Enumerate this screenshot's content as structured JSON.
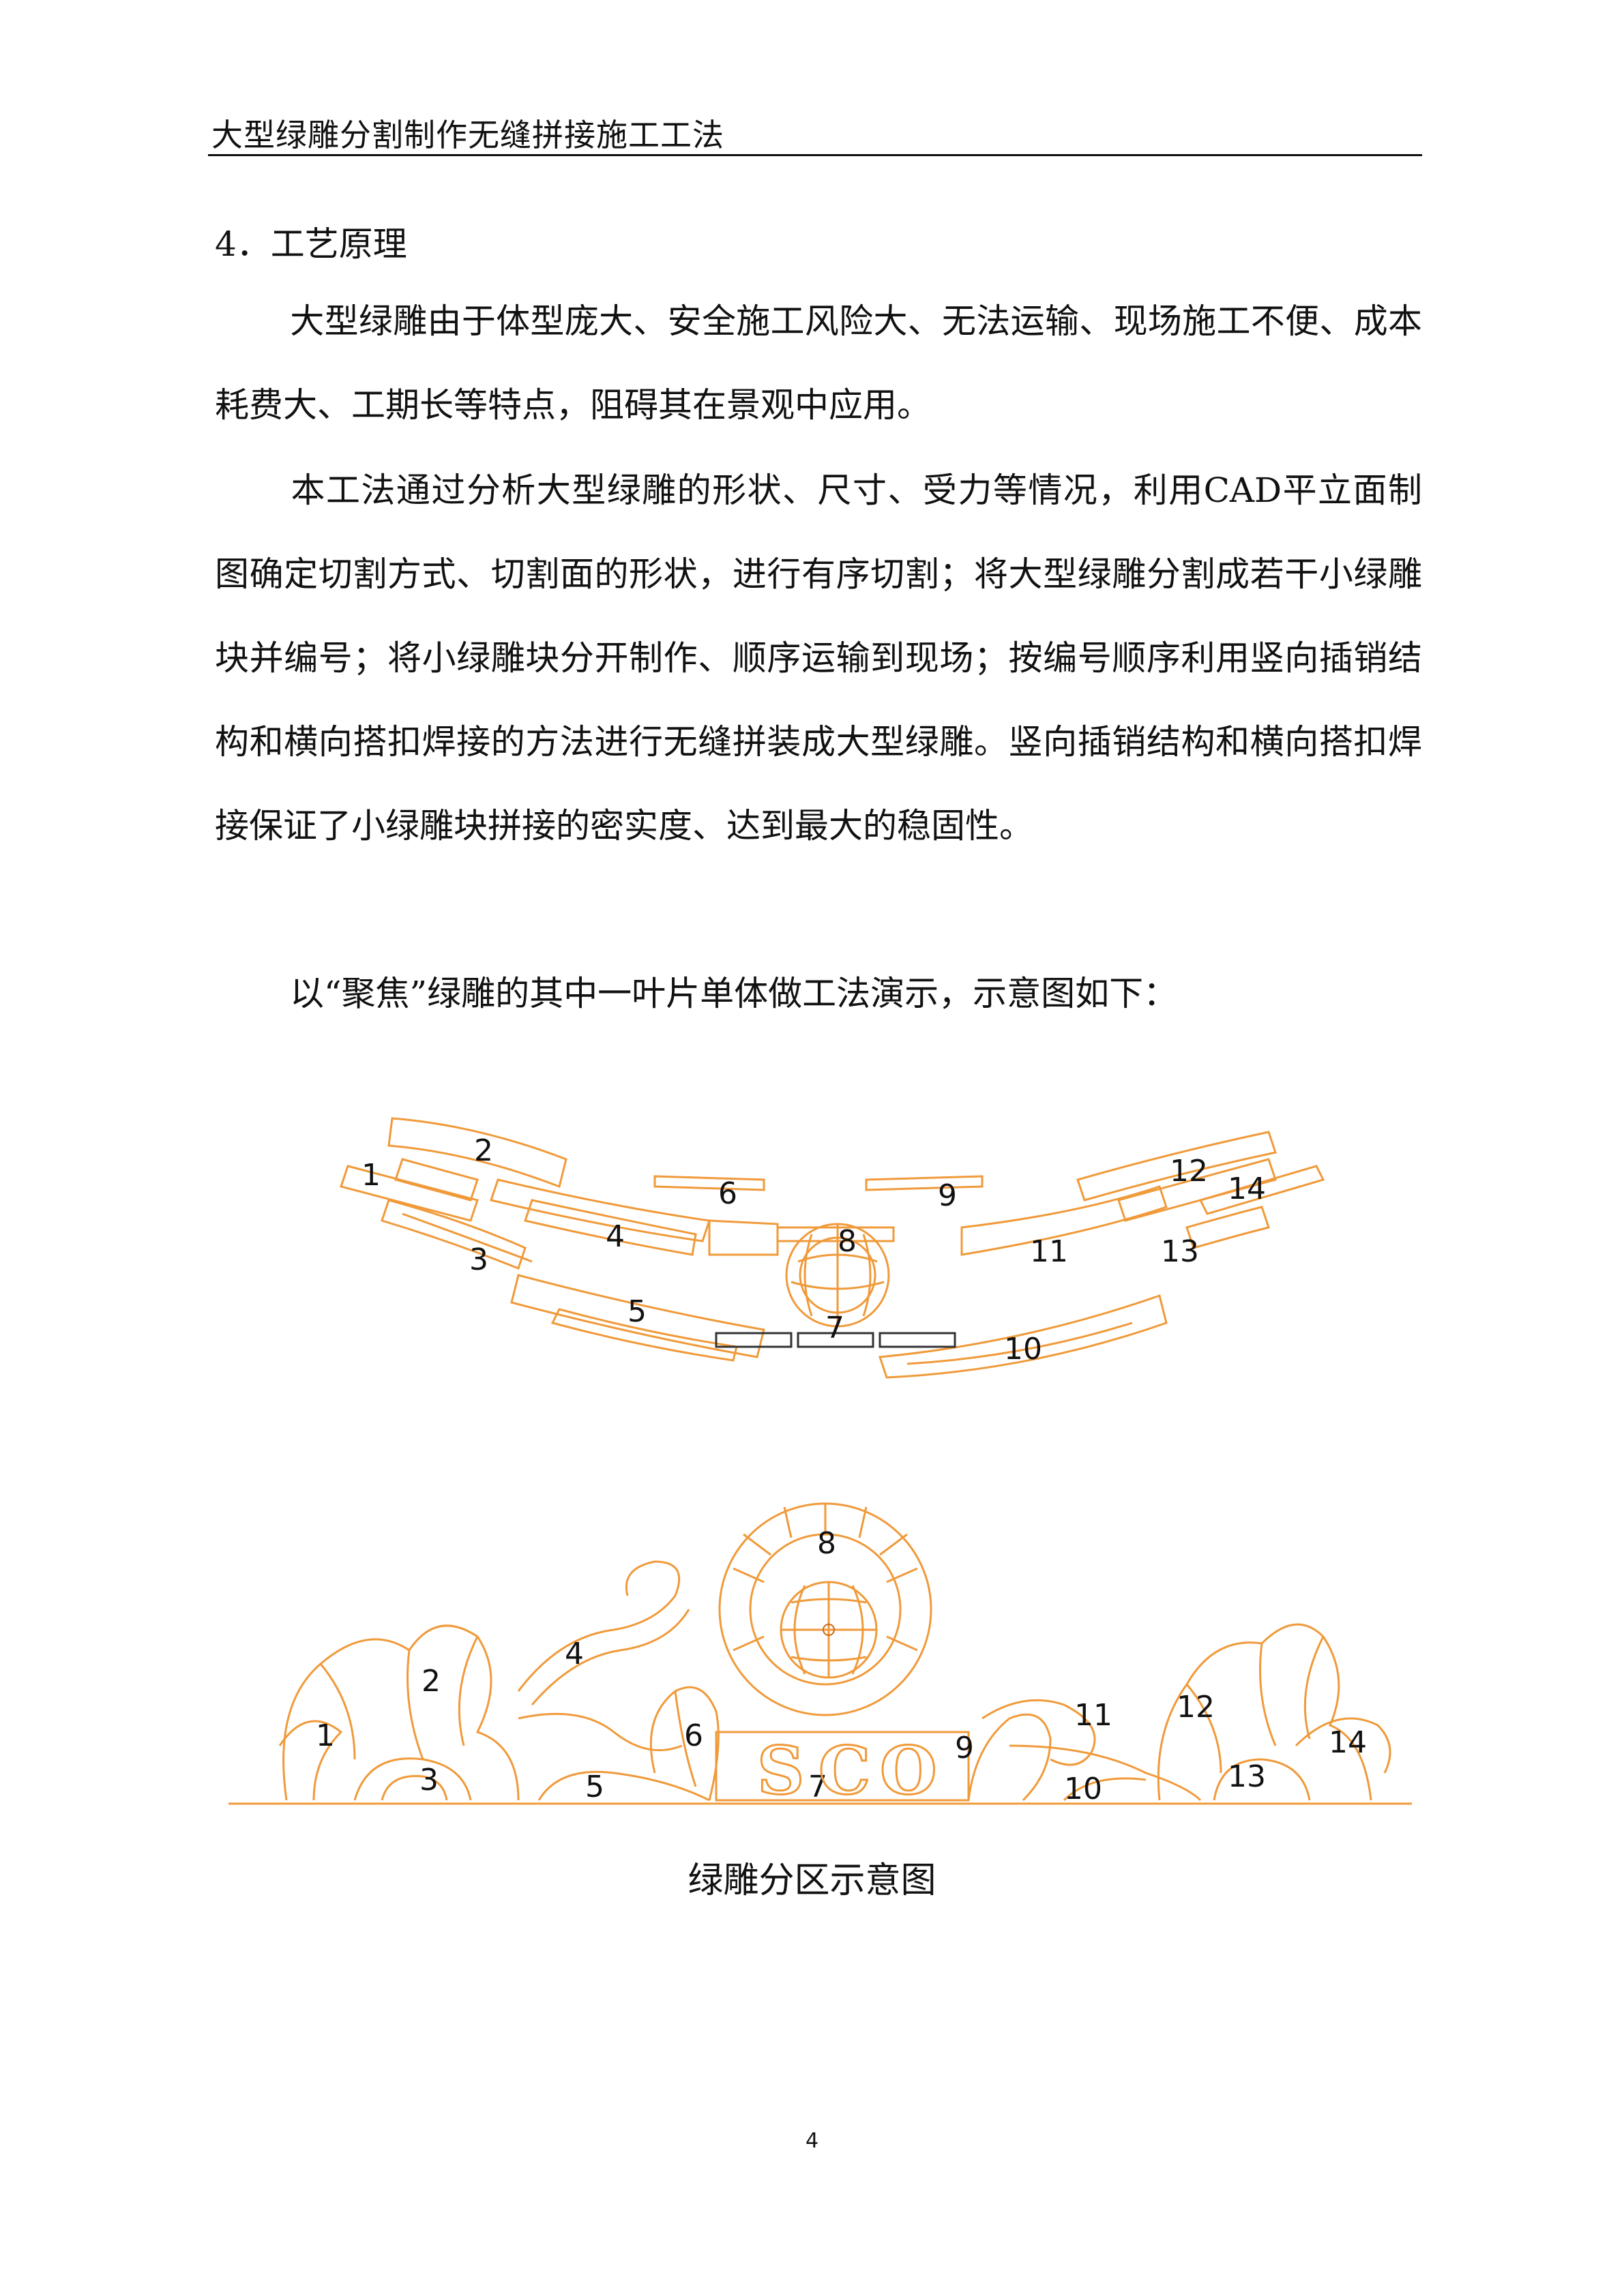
{
  "header": {
    "title": "大型绿雕分割制作无缝拼接施工工法"
  },
  "section": {
    "heading": "4．工艺原理"
  },
  "paragraphs": [
    "大型绿雕由于体型庞大、安全施工风险大、无法运输、现场施工不便、成本耗费大、工期长等特点，阻碍其在景观中应用。",
    "本工法通过分析大型绿雕的形状、尺寸、受力等情况，利用CAD平立面制图确定切割方式、切割面的形状，进行有序切割；将大型绿雕分割成若干小绿雕块并编号；将小绿雕块分开制作、顺序运输到现场；按编号顺序利用竖向插销结构和横向搭扣焊接的方法进行无缝拼装成大型绿雕。竖向插销结构和横向搭扣焊接保证了小绿雕块拼接的密实度、达到最大的稳固性。",
    "以“聚焦”绿雕的其中一叶片单体做工法演示，示意图如下："
  ],
  "plan_labels": [
    "1",
    "2",
    "3",
    "4",
    "5",
    "6",
    "7",
    "8",
    "9",
    "10",
    "11",
    "12",
    "13",
    "14"
  ],
  "elevation_labels": [
    "1",
    "2",
    "3",
    "4",
    "5",
    "6",
    "7",
    "8",
    "9",
    "10",
    "11",
    "12",
    "13",
    "14"
  ],
  "elevation_letters": [
    "S",
    "C",
    "O"
  ],
  "caption": "绿雕分区示意图",
  "page_number": "4",
  "colors": {
    "drawing": "#f09a3a",
    "ink": "#111111"
  }
}
